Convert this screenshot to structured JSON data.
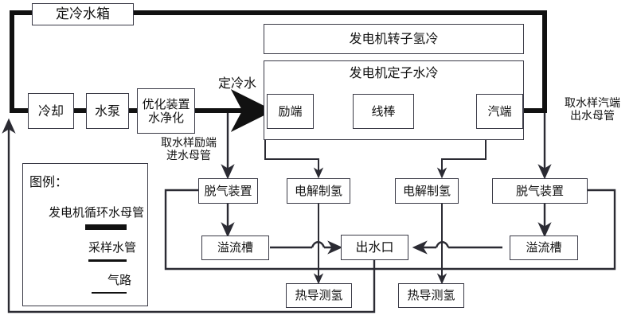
{
  "diagram": {
    "title_hidden": "发电机定子冷却水与氢气取样测量系统流程图",
    "boxes": {
      "water_tank": "定冷水箱",
      "cooler": "冷却",
      "pump": "水泵",
      "optimizer": "优化装置\n水净化",
      "rotor_h2": "发电机转子氢冷",
      "stator_water": "发电机定子水冷",
      "exc_end": "励端",
      "bar": "线棒",
      "steam_end": "汽端",
      "degas_left": "脱气装置",
      "electrolysis_left": "电解制氢",
      "overflow_left": "溢流槽",
      "outlet": "出水口",
      "thermal_h2_left": "热导测氢",
      "electrolysis_right": "电解制氢",
      "degas_right": "脱气装置",
      "overflow_right": "溢流槽",
      "thermal_h2_right": "热导测氢"
    },
    "labels": {
      "cold_water": "定冷水",
      "sample_exc_inlet": "取水样励端\n进水母管",
      "sample_steam_outlet": "取水样汽端\n出水母管"
    },
    "legend": {
      "title": "图例：",
      "items": [
        {
          "label": "发电机循环水母管",
          "style": "thick"
        },
        {
          "label": "采样水管",
          "style": "medium"
        },
        {
          "label": "气路",
          "style": "thin"
        }
      ]
    },
    "colors": {
      "line_main": "#111111",
      "line_sample": "#3a3a46",
      "line_gas": "#3a3a46",
      "box_border": "#3a3a46",
      "background": "#ffffff"
    }
  }
}
